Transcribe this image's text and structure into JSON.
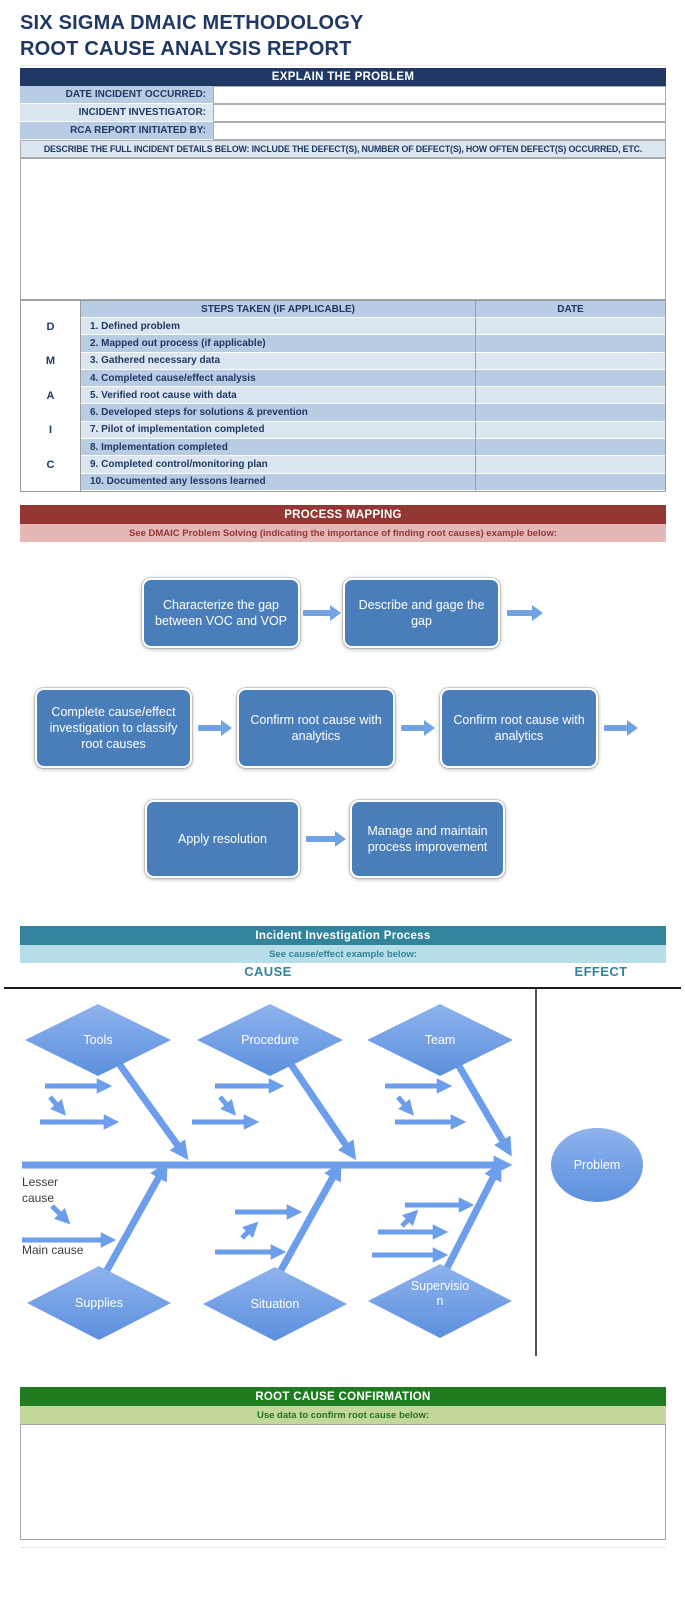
{
  "page": {
    "title_line1": "SIX SIGMA DMAIC METHODOLOGY",
    "title_line2": "ROOT CAUSE ANALYSIS REPORT"
  },
  "explain": {
    "header": "EXPLAIN THE PROBLEM",
    "fields": [
      {
        "label": "DATE INCIDENT OCCURRED:",
        "value": ""
      },
      {
        "label": "INCIDENT INVESTIGATOR:",
        "value": ""
      },
      {
        "label": "RCA REPORT INITIATED BY:",
        "value": ""
      }
    ],
    "describe_label": "DESCRIBE THE FULL INCIDENT DETAILS BELOW: INCLUDE THE DEFECT(S), NUMBER OF DEFECT(S), HOW OFTEN DEFECT(S) OCCURRED, ETC.",
    "details_value": ""
  },
  "steps": {
    "header_steps": "STEPS TAKEN (IF APPLICABLE)",
    "header_date": "DATE",
    "rows": [
      {
        "letter": "D",
        "text": "1. Defined problem",
        "date": ""
      },
      {
        "letter": "",
        "text": "2. Mapped out process (if applicable)",
        "date": ""
      },
      {
        "letter": "M",
        "text": "3. Gathered necessary data",
        "date": ""
      },
      {
        "letter": "",
        "text": "4. Completed cause/effect analysis",
        "date": ""
      },
      {
        "letter": "A",
        "text": "5. Verified root cause with data",
        "date": ""
      },
      {
        "letter": "",
        "text": "6. Developed steps for solutions & prevention",
        "date": ""
      },
      {
        "letter": "I",
        "text": "7. Pilot of implementation completed",
        "date": ""
      },
      {
        "letter": "",
        "text": "8. Implementation completed",
        "date": ""
      },
      {
        "letter": "C",
        "text": "9. Completed control/monitoring plan",
        "date": ""
      },
      {
        "letter": "",
        "text": "10. Documented any lessons learned",
        "date": ""
      }
    ]
  },
  "process_mapping": {
    "header": "PROCESS MAPPING",
    "note": "See DMAIC Problem Solving (indicating the importance of finding root causes) example below:",
    "row1": [
      "Characterize the gap between VOC and VOP",
      "Describe and gage the gap"
    ],
    "row2": [
      "Complete cause/effect investigation to classify root causes",
      "Confirm root cause with analytics",
      "Confirm root cause with analytics"
    ],
    "row3": [
      "Apply resolution",
      "Manage and maintain process improvement"
    ]
  },
  "investigation": {
    "header": "Incident Investigation Process",
    "note": "See cause/effect example below:",
    "cause_label": "CAUSE",
    "effect_label": "EFFECT",
    "top_causes": [
      "Tools",
      "Procedure",
      "Team"
    ],
    "bottom_causes": [
      "Supplies",
      "Situation",
      "Supervision"
    ],
    "effect": "Problem",
    "lesser_cause_label": "Lesser cause",
    "main_cause_label": "Main cause"
  },
  "root_cause": {
    "header": "ROOT CAUSE CONFIRMATION",
    "note": "Use data to confirm root cause below:",
    "value": ""
  },
  "colors": {
    "navy": "#1F3864",
    "row_blue_dark": "#B8CCE4",
    "row_blue_light": "#DCE6F1",
    "red": "#943634",
    "pink": "#E5B8B7",
    "teal": "#31849B",
    "teal_light": "#B6DDE8",
    "green": "#1E7C1E",
    "green_light": "#C3D69B",
    "flow_box_blue": "#4A7EBB",
    "flow_arrow_blue": "#71A3E3",
    "fishbone_blue": "#6D9EEB"
  }
}
